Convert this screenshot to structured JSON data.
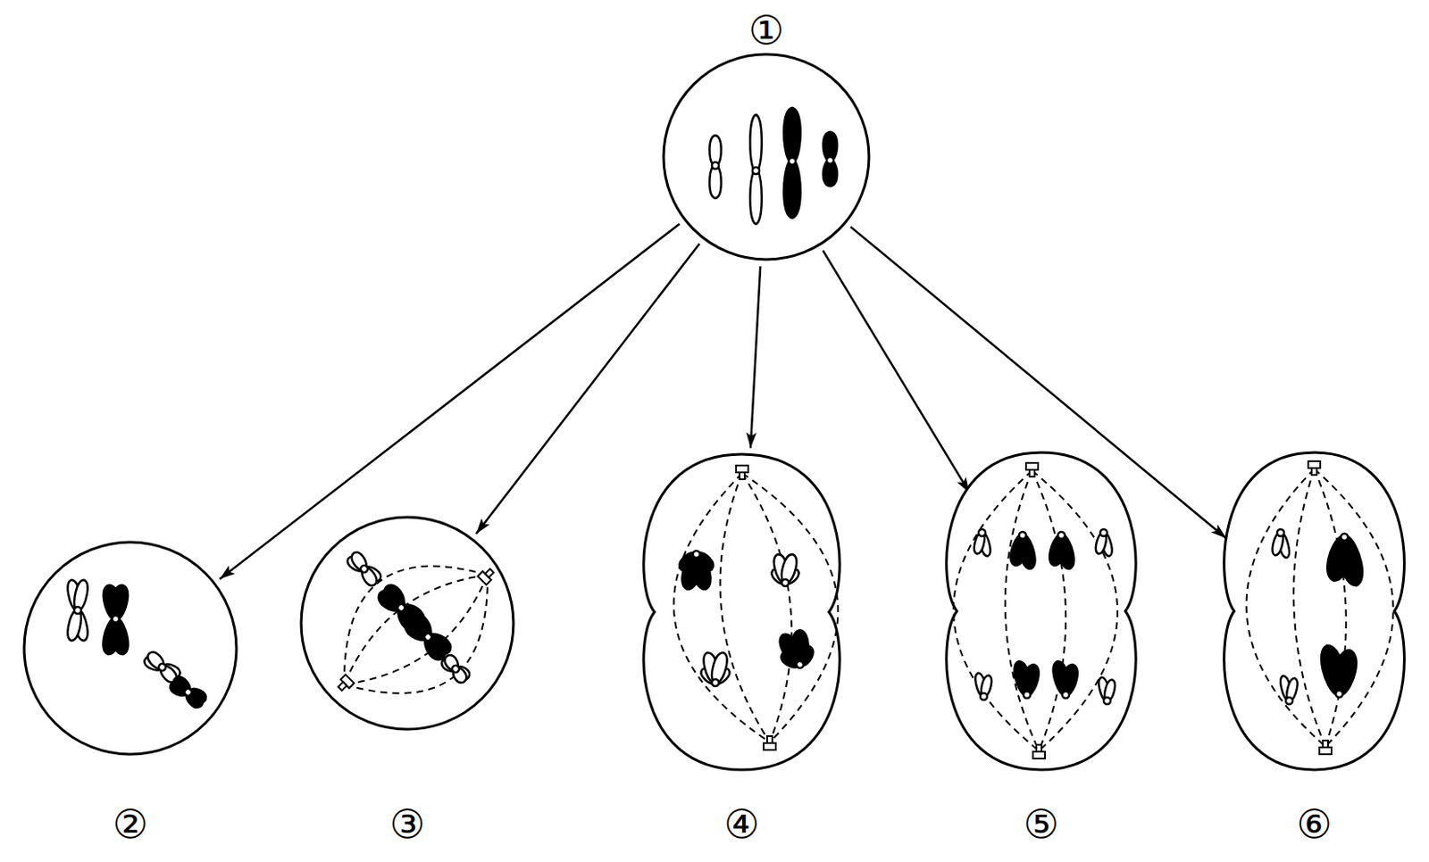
{
  "diagram": {
    "nodes": [
      {
        "text": [
          "①"
        ]
      },
      {
        "text": [
          "②"
        ]
      },
      {
        "text": [
          "③"
        ]
      },
      {
        "text": [
          "④"
        ]
      },
      {
        "text": [
          "⑤"
        ]
      },
      {
        "text": [
          "⑥"
        ]
      }
    ],
    "edges": [
      {
        "from": 0,
        "to": 1,
        "arrow": "to"
      },
      {
        "from": 0,
        "to": 2,
        "arrow": "to"
      },
      {
        "from": 0,
        "to": 3,
        "arrow": "to"
      },
      {
        "from": 0,
        "to": 4,
        "arrow": "to"
      },
      {
        "from": 0,
        "to": 5,
        "arrow": "to"
      }
    ]
  }
}
